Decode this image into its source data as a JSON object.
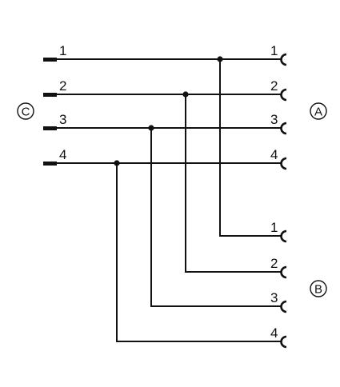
{
  "colors": {
    "line": "#111111",
    "background": "#ffffff"
  },
  "groups": {
    "input": {
      "label": "C"
    },
    "output_top": {
      "label": "A"
    },
    "output_bottom": {
      "label": "B"
    }
  },
  "connector_c": {
    "pins": [
      {
        "label": "1"
      },
      {
        "label": "2"
      },
      {
        "label": "3"
      },
      {
        "label": "4"
      }
    ]
  },
  "connector_a": {
    "pins": [
      {
        "label": "1"
      },
      {
        "label": "2"
      },
      {
        "label": "3"
      },
      {
        "label": "4"
      }
    ]
  },
  "connector_b": {
    "pins": [
      {
        "label": "1"
      },
      {
        "label": "2"
      },
      {
        "label": "3"
      },
      {
        "label": "4"
      }
    ]
  },
  "wiring": "pin n of connector C joins pin n of connector A and pin n of connector B"
}
